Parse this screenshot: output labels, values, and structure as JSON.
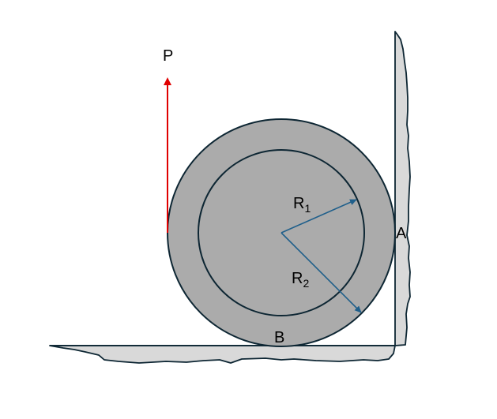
{
  "labels": {
    "force": "P",
    "inner_radius": "R",
    "inner_radius_sub": "1",
    "outer_radius": "R",
    "outer_radius_sub": "2",
    "contact_wall": "A",
    "contact_floor": "B"
  },
  "colors": {
    "disk_fill": "#ababab",
    "outline": "#0d2633",
    "ground_fill": "#d9d9d9",
    "force_arrow": "#e00000",
    "radius_arrow": "#1f5f8b"
  }
}
